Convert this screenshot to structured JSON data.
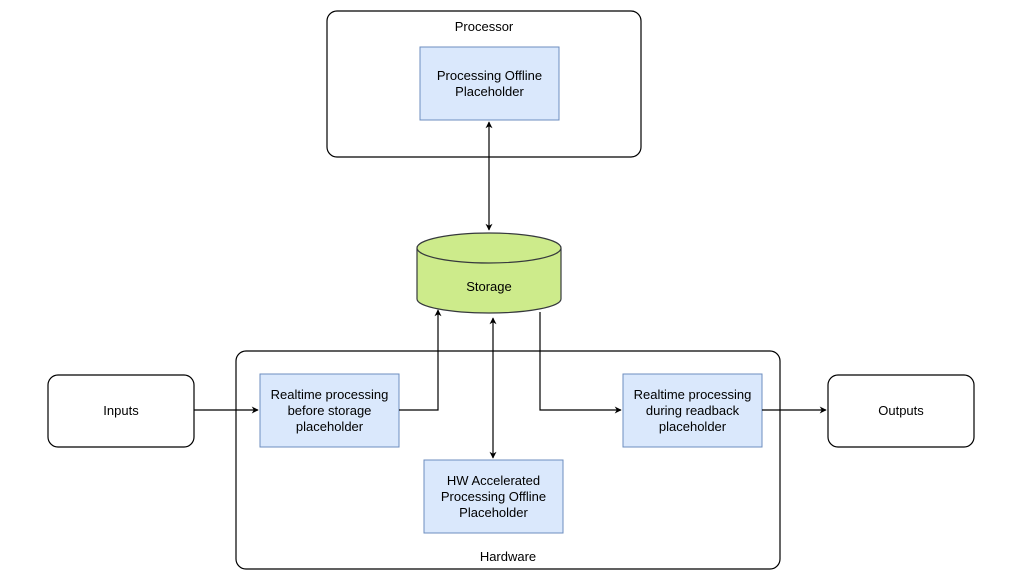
{
  "processor": {
    "title": "Processor",
    "offline_block": "Processing Offline Placeholder"
  },
  "storage": {
    "label": "Storage"
  },
  "hardware": {
    "title": "Hardware",
    "realtime_before": "Realtime processing before storage placeholder",
    "realtime_during": "Realtime processing during readback placeholder",
    "hw_accelerated": "HW Accelerated Processing Offline Placeholder"
  },
  "inputs": {
    "label": "Inputs"
  },
  "outputs": {
    "label": "Outputs"
  },
  "colors": {
    "block_fill": "#dae8fc",
    "block_stroke": "#6c8ebf",
    "storage_fill": "#cdeb8b",
    "storage_stroke": "#36393d",
    "container_stroke": "#000000"
  }
}
